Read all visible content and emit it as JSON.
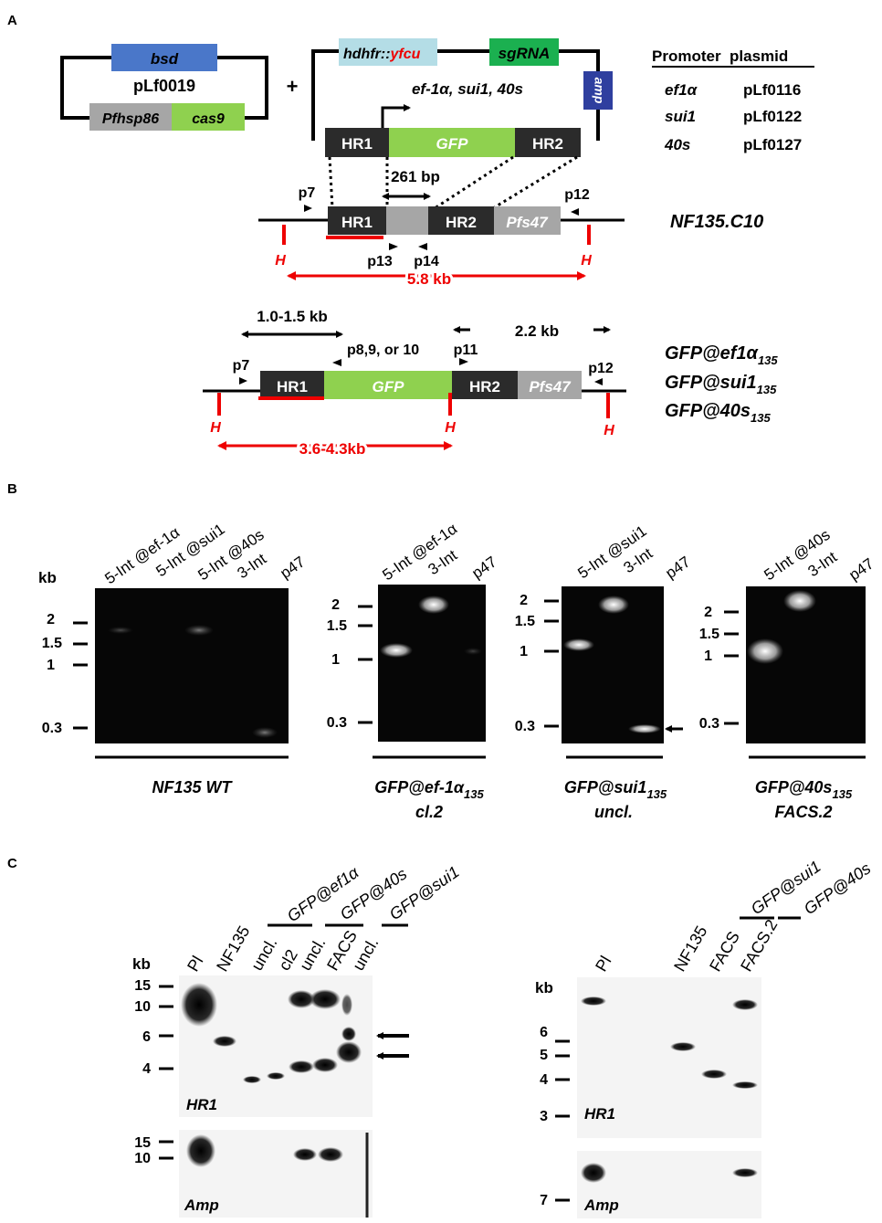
{
  "panels": {
    "a": "A",
    "b": "B",
    "c": "C"
  },
  "panelA": {
    "plasmid1": {
      "top": "bsd",
      "name": "pLf0019",
      "left": "Pfhsp86",
      "right": "cas9"
    },
    "plus": "+",
    "plasmid2": {
      "marker_a": "hdhfr::",
      "marker_b": "yfcu",
      "sgrna": "sgRNA",
      "amp": "amp",
      "promoters": "ef-1α, sui1, 40s",
      "hr1": "HR1",
      "gfp": "GFP",
      "hr2": "HR2"
    },
    "table": {
      "header": "Promoter  plasmid",
      "rows": [
        {
          "p": "ef1α",
          "v": "pLf0116"
        },
        {
          "p": "sui1",
          "v": "pLf0122"
        },
        {
          "p": "40s",
          "v": "pLf0127"
        }
      ]
    },
    "wt": {
      "bp": "261 bp",
      "p7": "p7",
      "p12": "p12",
      "p13": "p13",
      "p14": "p14",
      "hr1": "HR1",
      "hr2": "HR2",
      "pfs47": "Pfs47",
      "h": "H",
      "kb": "5.8 kb",
      "name": "NF135.C10"
    },
    "mut": {
      "range1": "1.0-1.5 kb",
      "range2": "2.2 kb",
      "primers": "p8,9, or 10",
      "p11": "p11",
      "p7": "p7",
      "p12": "p12",
      "hr1": "HR1",
      "gfp": "GFP",
      "hr2": "HR2",
      "pfs47": "Pfs47",
      "h": "H",
      "kb": "3.6-4.3kb",
      "names": [
        {
          "base": "GFP@ef1α",
          "sub": "135"
        },
        {
          "base": "GFP@sui1",
          "sub": "135"
        },
        {
          "base": "GFP@40s",
          "sub": "135"
        }
      ]
    }
  },
  "panelB": {
    "kb": "kb",
    "gel1": {
      "lanes": [
        "5-Int @ef-1α",
        "5-Int @sui1",
        "5-Int @40s",
        "3-Int",
        "p47"
      ],
      "markers": [
        "2",
        "1.5",
        "1",
        "0.3"
      ],
      "label": "NF135 WT"
    },
    "gel2": {
      "lanes": [
        "5-Int @ef-1α",
        "3-Int",
        "p47"
      ],
      "markers": [
        "2",
        "1.5",
        "1",
        "0.3"
      ],
      "label_base": "GFP@ef-1α",
      "label_sub": "135",
      "label2": "cl.2"
    },
    "gel3": {
      "lanes": [
        "5-Int @sui1",
        "3-Int",
        "p47"
      ],
      "markers": [
        "2",
        "1.5",
        "1",
        "0.3"
      ],
      "label_base": "GFP@sui1",
      "label_sub": "135",
      "label2": "uncl."
    },
    "gel4": {
      "lanes": [
        "5-Int @40s",
        "3-Int",
        "p47"
      ],
      "markers": [
        "2",
        "1.5",
        "1",
        "0.3"
      ],
      "label_base": "GFP@40s",
      "label_sub": "135",
      "label2": "FACS.2"
    }
  },
  "panelC": {
    "left": {
      "kb": "kb",
      "lanes": [
        "Pl",
        "NF135",
        "uncl.",
        "cl2",
        "uncl.",
        "FACS",
        "uncl."
      ],
      "groups": [
        "GFP@ef1α",
        "GFP@40s",
        "GFP@sui1"
      ],
      "markers_top": [
        "15",
        "10",
        "6",
        "4"
      ],
      "markers_bot": [
        "15",
        "10"
      ],
      "blot_top": "HR1",
      "blot_bot": "Amp"
    },
    "right": {
      "kb": "kb",
      "lanes": [
        "Pl",
        "NF135",
        "FACS",
        "FACS.2"
      ],
      "groups": [
        "GFP@sui1",
        "GFP@40s"
      ],
      "markers_top": [
        "6",
        "5",
        "4",
        "3"
      ],
      "markers_bot": [
        "7"
      ],
      "blot_top": "HR1",
      "blot_bot": "Amp"
    }
  }
}
